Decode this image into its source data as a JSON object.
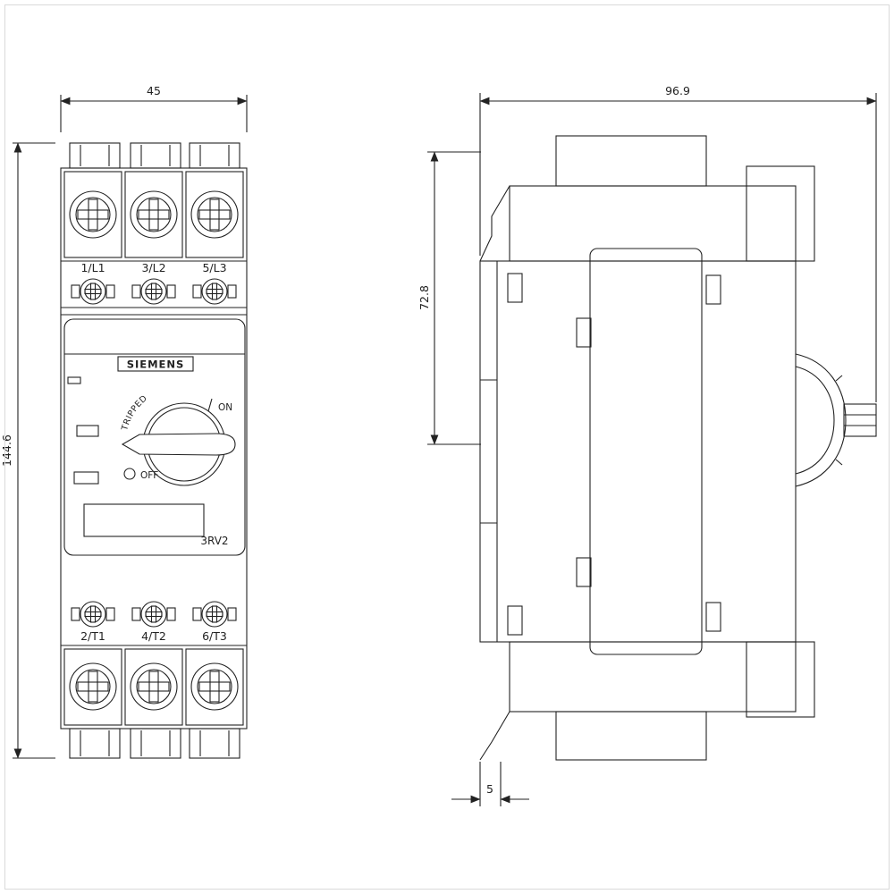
{
  "colors": {
    "line": "#222222",
    "background": "#ffffff"
  },
  "dimensions": {
    "width_mm": "45",
    "height_mm": "144.6",
    "depth_mm": "96.9",
    "body_depth_mm": "72.8",
    "rail_offset_mm": "5"
  },
  "front_view": {
    "brand": "SIEMENS",
    "model": "3RV2",
    "top_terminals": [
      "1/L1",
      "3/L2",
      "5/L3"
    ],
    "bottom_terminals": [
      "2/T1",
      "4/T2",
      "6/T3"
    ],
    "switch_labels": {
      "tripped": "TRIPPED",
      "on": "ON",
      "off": "OFF"
    }
  }
}
